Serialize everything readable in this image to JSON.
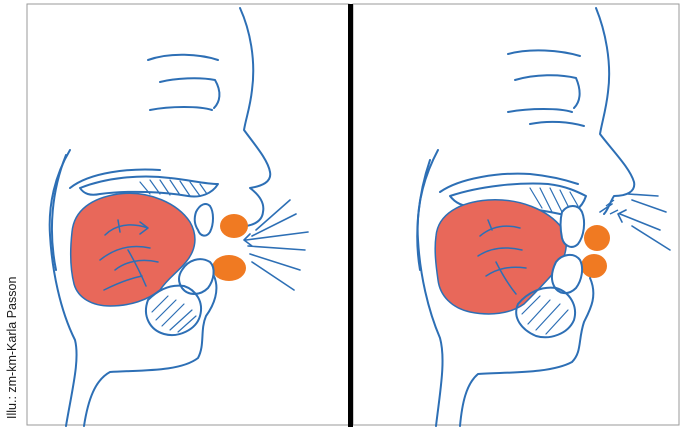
{
  "credit": "Illu.: zm-km-Karla Passon",
  "colors": {
    "outline": "#2d6fb5",
    "tongue": "#e8685a",
    "lips": "#f07a22",
    "divider": "#000000",
    "frame": "#9a9a9a",
    "background": "#ffffff"
  },
  "panels": [
    {
      "id": "left",
      "airflow": "inward",
      "lips": "apart"
    },
    {
      "id": "right",
      "airflow": "toward-lips",
      "lips": "closed"
    }
  ]
}
